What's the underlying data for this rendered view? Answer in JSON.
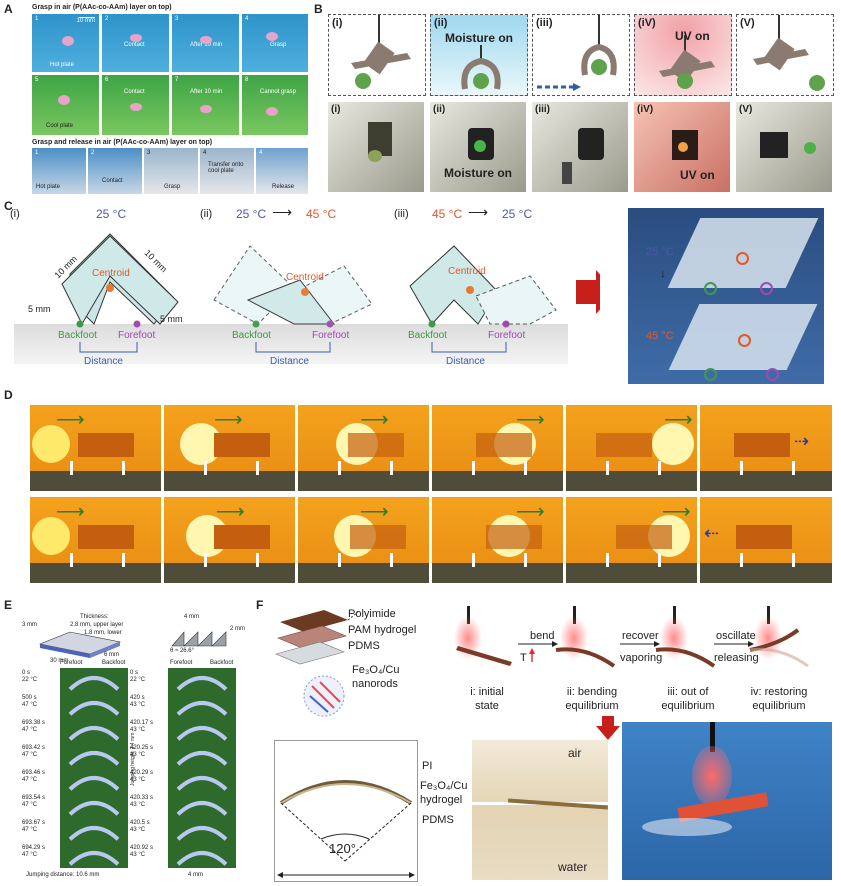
{
  "panels": {
    "a": "A",
    "b": "B",
    "c": "C",
    "d": "D",
    "e": "E",
    "f": "F"
  },
  "a": {
    "title1": "Grasp in air (P(AAc-co-AAm) layer on top)",
    "title2": "Grasp and release in air (P(AAc-co-AAm) layer on top)",
    "row1": [
      {
        "n": "1",
        "t": "Hot plate"
      },
      {
        "n": "2",
        "t": "Contact"
      },
      {
        "n": "3",
        "t": "After 10 min"
      },
      {
        "n": "4",
        "t": "Grasp"
      }
    ],
    "row2": [
      {
        "n": "5",
        "t": "Cool plate"
      },
      {
        "n": "6",
        "t": "Contact"
      },
      {
        "n": "7",
        "t": "After 10 min"
      },
      {
        "n": "8",
        "t": "Cannot grasp"
      }
    ],
    "row3": [
      {
        "n": "1",
        "t": "Hot plate"
      },
      {
        "n": "2",
        "t": "Contact"
      },
      {
        "n": "3",
        "t": "Grasp"
      },
      {
        "n": "4",
        "t": "Transfer onto cool plate"
      },
      {
        "n": "4",
        "t": "Release"
      }
    ],
    "scale": "10 mm"
  },
  "b": {
    "top": [
      "(i)",
      "(ii)",
      "(iii)",
      "(iV)",
      "(V)"
    ],
    "bottom": [
      "(i)",
      "(ii)",
      "(iii)",
      "(iV)",
      "(V)"
    ],
    "moisture": "Moisture on",
    "uv": "UV on"
  },
  "c": {
    "labels": [
      "(i)",
      "(ii)",
      "(iii)"
    ],
    "temp_i": "25 °C",
    "temp_ii_a": "25 °C",
    "temp_ii_b": "45 °C",
    "temp_iii_a": "45 °C",
    "temp_iii_b": "25 °C",
    "mm10": "10 mm",
    "mm5": "5 mm",
    "centroid": "Centroid",
    "backfoot": "Backfoot",
    "forefoot": "Forefoot",
    "distance": "Distance",
    "photo_t1": "25 °C",
    "photo_t2": "45 °C"
  },
  "e": {
    "thickness": "Thickness:",
    "upper": "2.8 mm, upper layer",
    "lower": "1.8 mm, lower",
    "dim30": "30 mm",
    "dim3": "3 mm",
    "dim6": "6 mm",
    "dim4": "4 mm",
    "dim2": "2 mm",
    "theta": "θ ≈ 26.6°",
    "head": [
      "Forefoot",
      "Backfoot"
    ],
    "left": [
      {
        "t": "0 s",
        "c": "22 °C"
      },
      {
        "t": "500 s",
        "c": "47 °C"
      },
      {
        "t": "693.38 s",
        "c": "47 °C"
      },
      {
        "t": "693.42 s",
        "c": "47 °C"
      },
      {
        "t": "693.46 s",
        "c": "47 °C"
      },
      {
        "t": "693.54 s",
        "c": "47 °C"
      },
      {
        "t": "693.67 s",
        "c": "47 °C"
      },
      {
        "t": "694.29 s",
        "c": "47 °C"
      }
    ],
    "right": [
      {
        "t": "0 s",
        "c": "22 °C"
      },
      {
        "t": "420 s",
        "c": "43 °C"
      },
      {
        "t": "420.17 s",
        "c": "43 °C"
      },
      {
        "t": "420.25 s",
        "c": "43 °C"
      },
      {
        "t": "420.29 s",
        "c": "43 °C"
      },
      {
        "t": "420.33 s",
        "c": "43 °C"
      },
      {
        "t": "420.5 s",
        "c": "43 °C"
      },
      {
        "t": "420.92 s",
        "c": "43 °C"
      }
    ],
    "jumpdist": "Jumping distance: 10.6 mm",
    "jumpheight": "Jumping height: 2.4 mm",
    "rightdist": "4 mm"
  },
  "f": {
    "layers": [
      "Polyimide",
      "PAM hydrogel",
      "PDMS"
    ],
    "nano1": "Fe₃O₄/Cu",
    "nano2": "nanorods",
    "states": [
      {
        "a": "i: initial",
        "b": "state"
      },
      {
        "a": "ii: bending",
        "b": "equilibrium"
      },
      {
        "a": "iii: out of",
        "b": "equilibrium"
      },
      {
        "a": "iv: restoring",
        "b": "equilibrium"
      }
    ],
    "t_label": "T",
    "arrows": [
      {
        "a": "bend",
        "b": ""
      },
      {
        "a": "recover",
        "b": "vaporing"
      },
      {
        "a": "oscillate",
        "b": "releasing"
      }
    ],
    "angle": "120°",
    "pi": "PI",
    "fecu1": "Fe₃O₄/Cu",
    "fecu2": "hydrogel",
    "pdms": "PDMS",
    "air": "air",
    "water": "water"
  }
}
